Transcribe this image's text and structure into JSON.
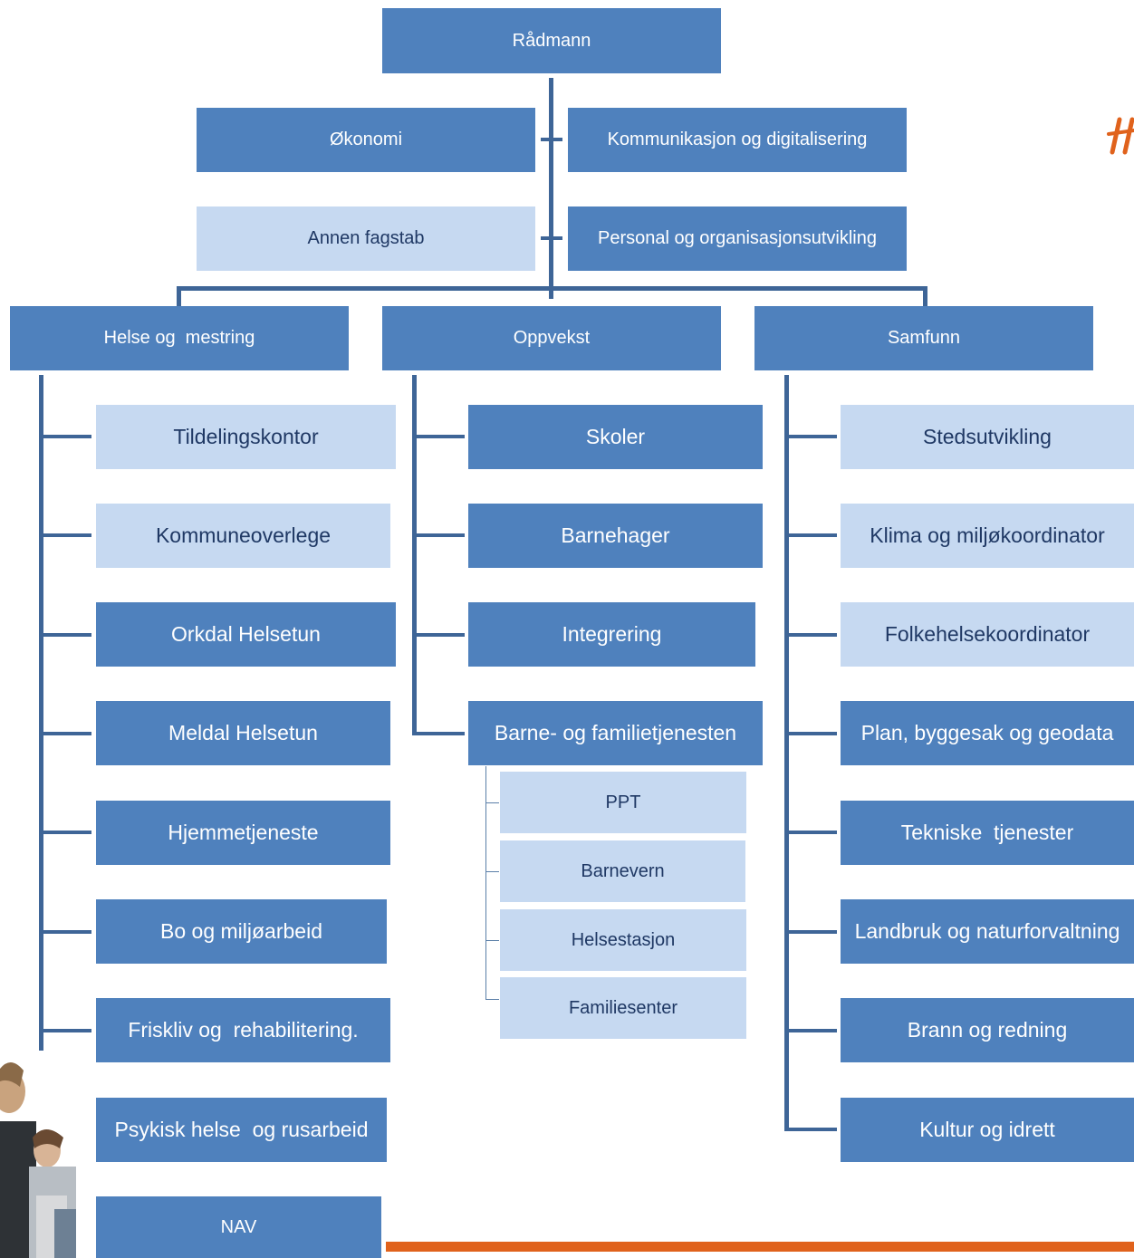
{
  "top": {
    "label": "Rådmann"
  },
  "staff": {
    "okonomi": "Økonomi",
    "kommunikasjon": "Kommunikasjon og digitalisering",
    "annen": "Annen fagstab",
    "personal": "Personal og organisasjonsutvikling"
  },
  "sectors": {
    "helse": {
      "label": "Helse og  mestring",
      "items": [
        "Tildelingskontor",
        "Kommuneoverlege",
        "Orkdal Helsetun",
        "Meldal Helsetun",
        "Hjemmetjeneste",
        "Bo og miljøarbeid",
        "Friskliv og  rehabilitering.",
        "Psykisk helse  og rusarbeid",
        "NAV"
      ]
    },
    "oppvekst": {
      "label": "Oppvekst",
      "items": [
        "Skoler",
        "Barnehager",
        "Integrering",
        "Barne- og familietjenesten"
      ],
      "sub_items": [
        "PPT",
        "Barnevern",
        "Helsestasjon",
        "Familiesenter"
      ]
    },
    "samfunn": {
      "label": "Samfunn",
      "items": [
        "Stedsutvikling",
        "Klima og miljøkoordinator",
        "Folkehelsekoordinator",
        "Plan, byggesak og geodata",
        "Tekniske  tjenester",
        "Landbruk og naturforvaltning",
        "Brann og redning",
        "Kultur og idrett"
      ]
    }
  },
  "colors": {
    "dark_box": "#4f81bd",
    "light_box": "#c6d9f1",
    "connector": "#3e6597",
    "accent": "#e0621c"
  }
}
